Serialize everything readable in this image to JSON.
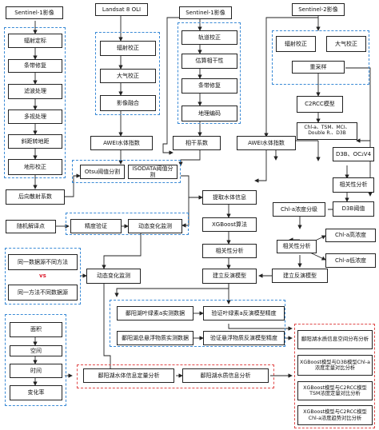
{
  "nodes": {
    "s1_header": "Sentinel-1影像",
    "l8_header": "Landsat 8 OLI",
    "s1b_header": "Sentinel-1影像",
    "s2_header": "Sentinel-2影像",
    "rad_cal": "辐射定标",
    "stripe1": "条带修复",
    "filter": "滤波处理",
    "multilook": "多视处理",
    "slant": "斜距转地距",
    "terrain": "地形校正",
    "backscatter": "后向散射系数",
    "l8_rad": "辐射校正",
    "l8_atm": "大气校正",
    "l8_fusion": "影像融合",
    "awei1": "AWEI水体指数",
    "orbit": "轨道校正",
    "coherence": "估算相干性",
    "stripe2": "条带修复",
    "geocode": "地理编码",
    "coh_coef": "相干系数",
    "awei2": "AWEI水体指数",
    "s2_rad": "辐射校正",
    "s2_atm": "大气校正",
    "resample": "重采样",
    "c2rcc": "C2RCC模型",
    "chl_box": "Chl-a、TSM、MCI、\nDouble R.、D3B",
    "d3b_oc": "D3B、OC₂V4",
    "corr1": "相关性分析",
    "d3b_thr": "D3B阈值",
    "chl_grade": "Chl-a浓度分级",
    "chl_high": "Chl-a高浓度",
    "corr2": "相关性分析",
    "chl_low": "Chl-a低浓度",
    "model1": "建立反演模型",
    "otsu": "Otsu阈值分割",
    "isodata": "ISODATA阈值分割",
    "extract": "提取水体信息",
    "xgb_alg": "XGBoost算法",
    "corr3": "相关性分析",
    "model2": "建立反演模型",
    "random": "随机解译点",
    "acc_verify": "精度验证",
    "dyn_change": "动态变化监测",
    "dyn_monitor": "动态变化监测",
    "same_data": "同一数据源不同方法",
    "vs": "vs",
    "same_method": "同一方法不同数据源",
    "meas1": "鄱阳湖叶绿素a实测数据",
    "meas2": "鄱阳湖总悬浮物质实测数据",
    "verify1": "验证叶绿素a反演模型精度",
    "verify2": "验证悬浮物质反演模型精度",
    "area": "面积",
    "space": "空间",
    "time": "时间",
    "rate": "变化率",
    "water_q": "鄱阳湖水体信息定量分析",
    "quality": "鄱阳湖水质信息分析",
    "dist": "鄱阳湖水质信息空间分布分析",
    "cmp1": "XGBoost模型与D3B模型Chl-a\n浓度定量对比分析",
    "cmp2": "XGBoost模型与C2RCC模型\nTSM浓度定量对比分析",
    "cmp3": "XGBoost模型与C2RCC模型\nChl-a浓度趋势对比分析"
  }
}
